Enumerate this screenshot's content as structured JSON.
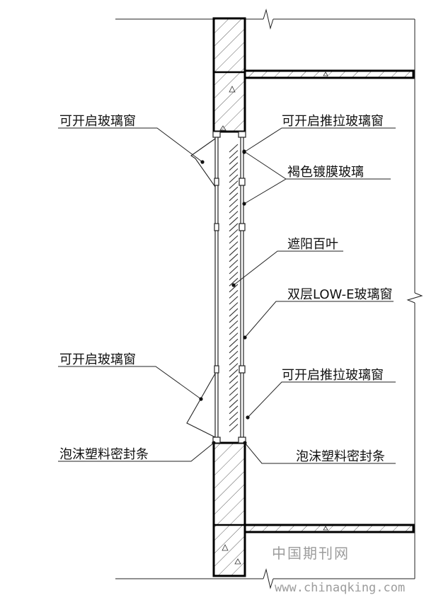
{
  "labels": {
    "left_top_window": "可开启玻璃窗",
    "right_top_sliding_window": "可开启推拉玻璃窗",
    "tinted_coated_glass": "褐色镀膜玻璃",
    "sun_louver": "遮阳百叶",
    "double_lowe_window": "双层LOW-E玻璃窗",
    "left_bottom_window": "可开启玻璃窗",
    "right_bottom_sliding_window": "可开启推拉玻璃窗",
    "left_foam_seal": "泡沫塑料密封条",
    "right_foam_seal": "泡沫塑料密封条"
  },
  "watermark": {
    "cn": "中国期刊网",
    "url": "www.chinaqking.com"
  }
}
